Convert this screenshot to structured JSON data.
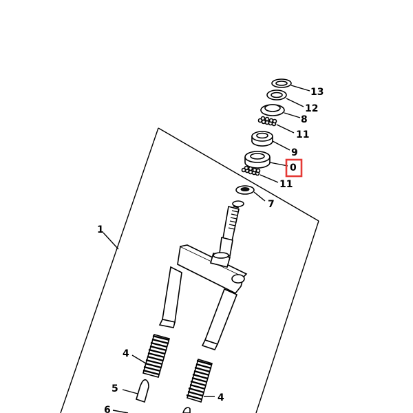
{
  "callouts": {
    "part_1": "1",
    "part_13": "13",
    "part_12": "12",
    "part_8": "8",
    "part_11_upper": "11",
    "part_9": "9",
    "part_10": "0",
    "part_11_lower": "11",
    "part_7": "7",
    "part_4_left": "4",
    "part_4_right": "4",
    "part_5": "5",
    "part_6": "6"
  },
  "highlight": {
    "target": "part_10",
    "color": "#e53935"
  }
}
